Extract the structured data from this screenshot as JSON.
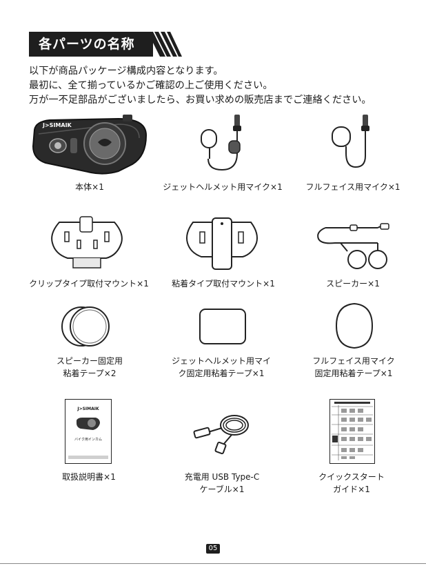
{
  "section": {
    "title": "各パーツの名称"
  },
  "intro": {
    "lines": [
      "以下が商品パッケージ構成内容となります。",
      "最初に、全て揃っているかご確認の上ご使用ください。",
      "万が一不足部品がございましたら、お買い求めの販売店までご連絡ください。"
    ]
  },
  "device": {
    "brand": "J>SIMAIK"
  },
  "items": [
    {
      "lines": [
        "本体×1"
      ]
    },
    {
      "lines": [
        "ジェットヘルメット用マイク×1"
      ]
    },
    {
      "lines": [
        "フルフェイス用マイク×1"
      ]
    },
    {
      "lines": [
        "クリップタイプ取付マウント×1"
      ]
    },
    {
      "lines": [
        "粘着タイプ取付マウント×1"
      ]
    },
    {
      "lines": [
        "スピーカー×1"
      ]
    },
    {
      "lines": [
        "スピーカー固定用",
        "粘着テープ×2"
      ]
    },
    {
      "lines": [
        "ジェットヘルメット用マイ",
        "ク固定用粘着テープ×1"
      ]
    },
    {
      "lines": [
        "フルフェイス用マイク",
        "固定用粘着テープ×1"
      ]
    },
    {
      "lines": [
        "取扱説明書×1"
      ]
    },
    {
      "lines": [
        "充電用 USB Type-C",
        "ケーブル×1"
      ]
    },
    {
      "lines": [
        "クイックスタート",
        "ガイド×1"
      ]
    }
  ],
  "manual": {
    "brand": "J>SIMAIK",
    "title": "バイク用インカム"
  },
  "page": {
    "number": "05"
  }
}
